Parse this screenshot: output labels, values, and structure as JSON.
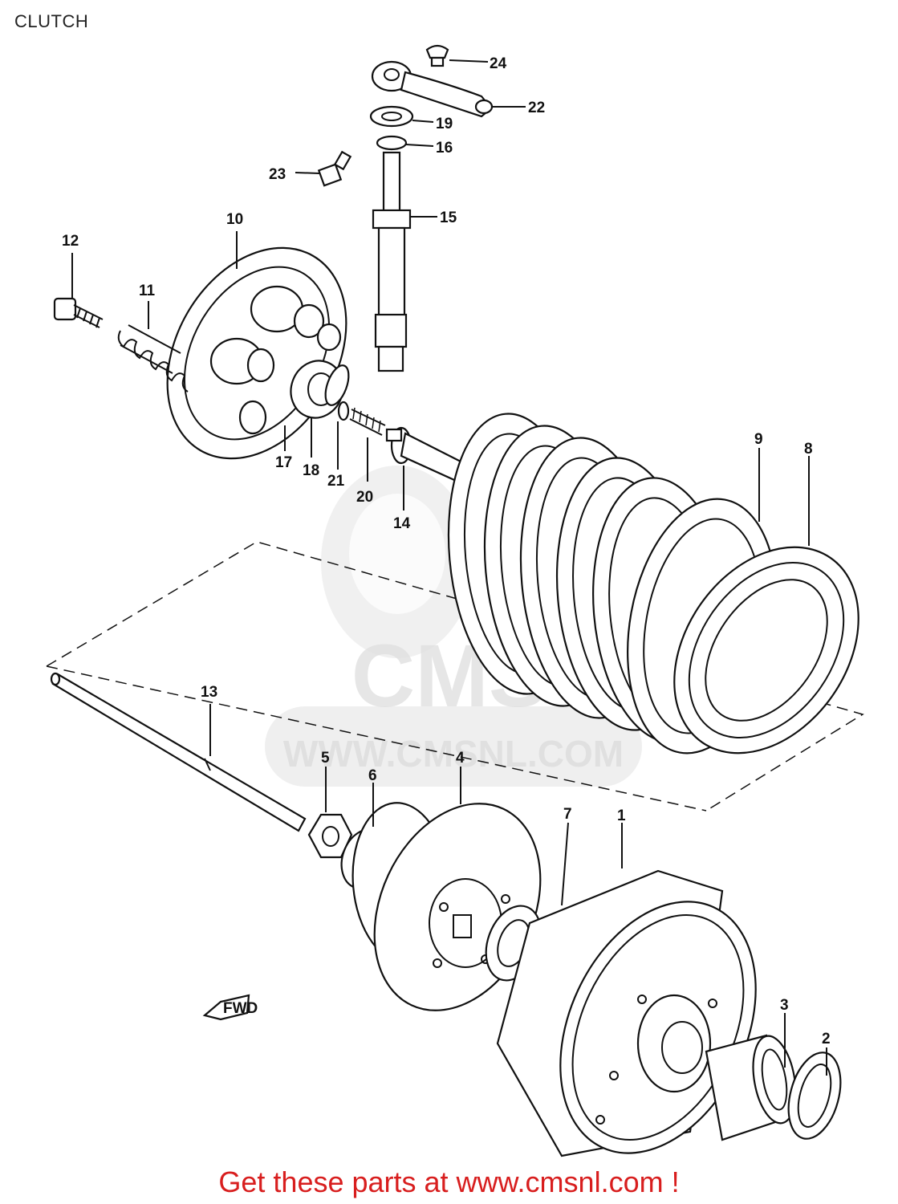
{
  "title": "CLUTCH",
  "watermark": {
    "logo_text": "CMS",
    "url_text": "WWW.CMSNL.COM"
  },
  "footer": {
    "text": "Get these parts at www.cmsnl.com !",
    "color": "#d81e1e"
  },
  "callouts": [
    {
      "num": "24",
      "part": "screw"
    },
    {
      "num": "22",
      "part": "release-lever"
    },
    {
      "num": "19",
      "part": "washer"
    },
    {
      "num": "16",
      "part": "oil-seal"
    },
    {
      "num": "23",
      "part": "bolt"
    },
    {
      "num": "15",
      "part": "release-shaft"
    },
    {
      "num": "10",
      "part": "pressure-plate"
    },
    {
      "num": "12",
      "part": "bolt"
    },
    {
      "num": "11",
      "part": "clutch-spring"
    },
    {
      "num": "17",
      "part": "bearing-holder"
    },
    {
      "num": "18",
      "part": "bearing"
    },
    {
      "num": "21",
      "part": "washer"
    },
    {
      "num": "20",
      "part": "adjusting-screw"
    },
    {
      "num": "14",
      "part": "release-rack"
    },
    {
      "num": "9",
      "part": "friction-plate"
    },
    {
      "num": "8",
      "part": "drive-plate"
    },
    {
      "num": "13",
      "part": "push-rod"
    },
    {
      "num": "5",
      "part": "nut"
    },
    {
      "num": "6",
      "part": "lock-washer"
    },
    {
      "num": "4",
      "part": "clutch-sleeve-hub"
    },
    {
      "num": "7",
      "part": "thrust-washer"
    },
    {
      "num": "1",
      "part": "primary-driven-gear-assy"
    },
    {
      "num": "3",
      "part": "spacer"
    },
    {
      "num": "2",
      "part": "thrust-washer"
    }
  ],
  "direction_marker": "FWD"
}
